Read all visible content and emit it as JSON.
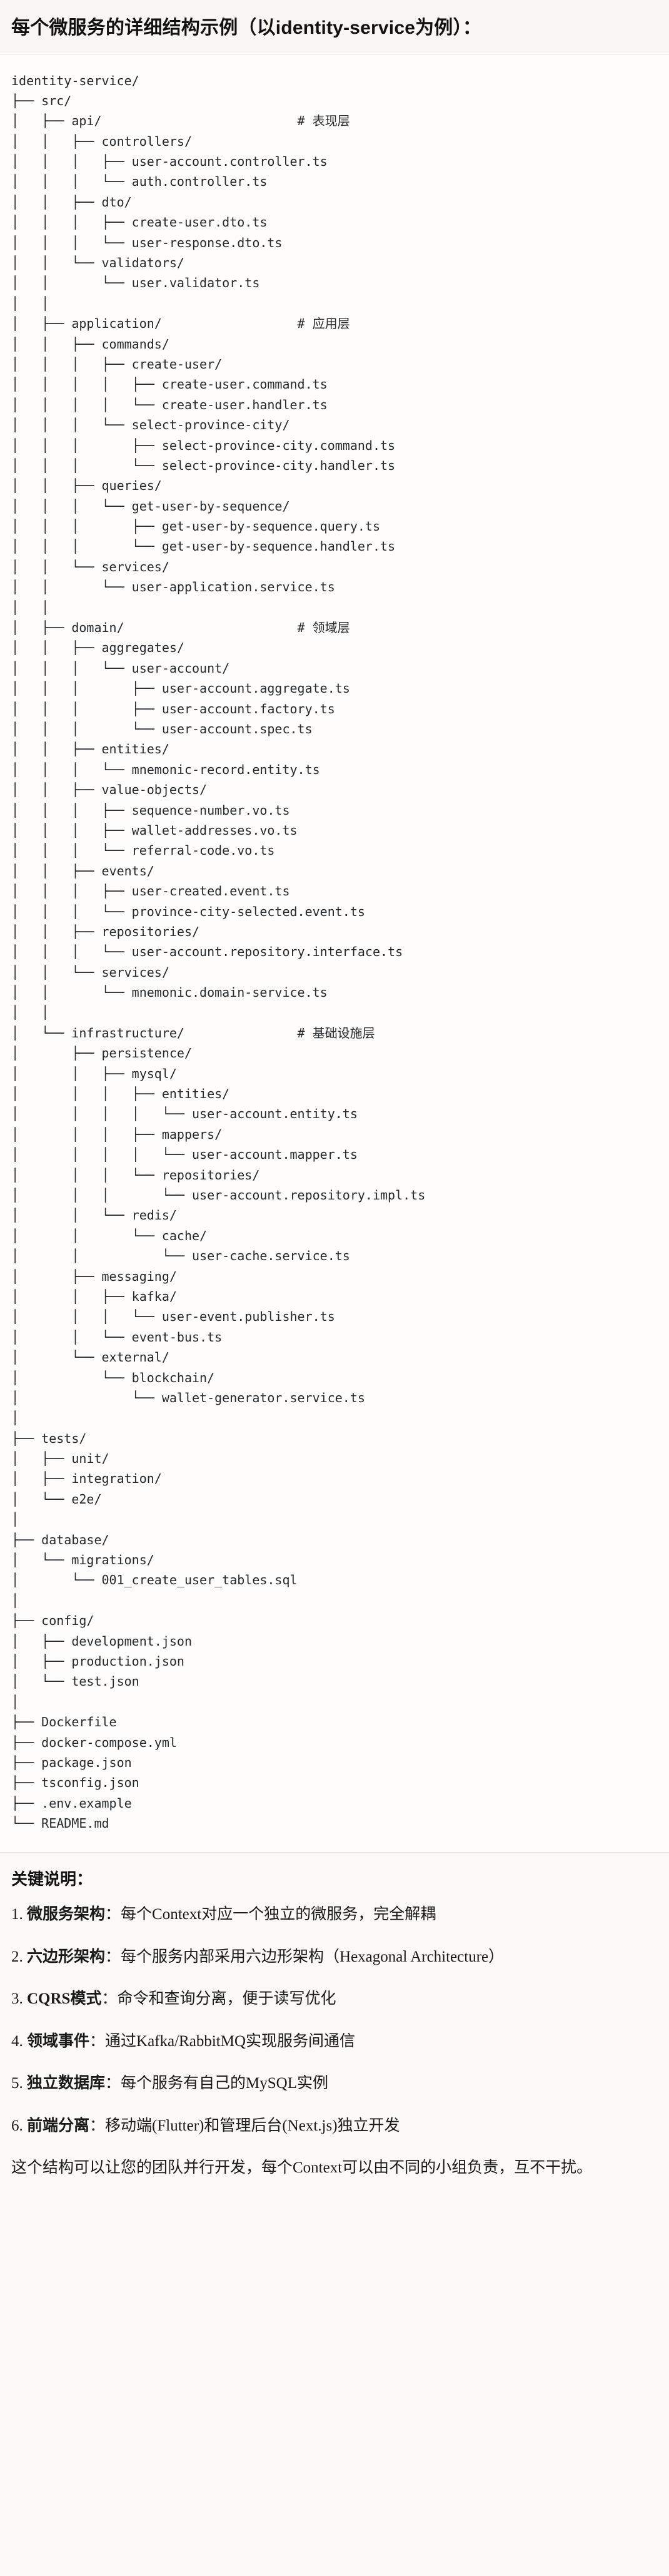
{
  "document": {
    "title": "每个微服务的详细结构示例（以identity-service为例）：",
    "tree_text": "identity-service/\n├── src/\n│   ├── api/                          # 表现层\n│   │   ├── controllers/\n│   │   │   ├── user-account.controller.ts\n│   │   │   └── auth.controller.ts\n│   │   ├── dto/\n│   │   │   ├── create-user.dto.ts\n│   │   │   └── user-response.dto.ts\n│   │   └── validators/\n│   │       └── user.validator.ts\n│   │\n│   ├── application/                  # 应用层\n│   │   ├── commands/\n│   │   │   ├── create-user/\n│   │   │   │   ├── create-user.command.ts\n│   │   │   │   └── create-user.handler.ts\n│   │   │   └── select-province-city/\n│   │   │       ├── select-province-city.command.ts\n│   │   │       └── select-province-city.handler.ts\n│   │   ├── queries/\n│   │   │   └── get-user-by-sequence/\n│   │   │       ├── get-user-by-sequence.query.ts\n│   │   │       └── get-user-by-sequence.handler.ts\n│   │   └── services/\n│   │       └── user-application.service.ts\n│   │\n│   ├── domain/                       # 领域层\n│   │   ├── aggregates/\n│   │   │   └── user-account/\n│   │   │       ├── user-account.aggregate.ts\n│   │   │       ├── user-account.factory.ts\n│   │   │       └── user-account.spec.ts\n│   │   ├── entities/\n│   │   │   └── mnemonic-record.entity.ts\n│   │   ├── value-objects/\n│   │   │   ├── sequence-number.vo.ts\n│   │   │   ├── wallet-addresses.vo.ts\n│   │   │   └── referral-code.vo.ts\n│   │   ├── events/\n│   │   │   ├── user-created.event.ts\n│   │   │   └── province-city-selected.event.ts\n│   │   ├── repositories/\n│   │   │   └── user-account.repository.interface.ts\n│   │   └── services/\n│   │       └── mnemonic.domain-service.ts\n│   │\n│   └── infrastructure/               # 基础设施层\n│       ├── persistence/\n│       │   ├── mysql/\n│       │   │   ├── entities/\n│       │   │   │   └── user-account.entity.ts\n│       │   │   ├── mappers/\n│       │   │   │   └── user-account.mapper.ts\n│       │   │   └── repositories/\n│       │   │       └── user-account.repository.impl.ts\n│       │   └── redis/\n│       │       └── cache/\n│       │           └── user-cache.service.ts\n│       ├── messaging/\n│       │   ├── kafka/\n│       │   │   └── user-event.publisher.ts\n│       │   └── event-bus.ts\n│       └── external/\n│           └── blockchain/\n│               └── wallet-generator.service.ts\n│\n├── tests/\n│   ├── unit/\n│   ├── integration/\n│   └── e2e/\n│\n├── database/\n│   └── migrations/\n│       └── 001_create_user_tables.sql\n│\n├── config/\n│   ├── development.json\n│   ├── production.json\n│   └── test.json\n│\n├── Dockerfile\n├── docker-compose.yml\n├── package.json\n├── tsconfig.json\n├── .env.example\n└── README.md",
    "tree_root": "identity-service/",
    "layer_comments": [
      "# 表现层",
      "# 应用层",
      "# 领域层",
      "# 基础设施层"
    ]
  },
  "notes": {
    "heading": "关键说明：",
    "items": [
      {
        "term": "微服务架构",
        "separator": "：",
        "desc": "每个Context对应一个独立的微服务，完全解耦"
      },
      {
        "term": "六边形架构",
        "separator": "：",
        "desc": "每个服务内部采用六边形架构（Hexagonal Architecture）"
      },
      {
        "term": "CQRS模式",
        "separator": "：",
        "desc": "命令和查询分离，便于读写优化"
      },
      {
        "term": "领域事件",
        "separator": "：",
        "desc": "通过Kafka/RabbitMQ实现服务间通信"
      },
      {
        "term": "独立数据库",
        "separator": "：",
        "desc": "每个服务有自己的MySQL实例"
      },
      {
        "term": "前端分离",
        "separator": "：",
        "desc": "移动端(Flutter)和管理后台(Next.js)独立开发"
      }
    ],
    "closing": "这个结构可以让您的团队并行开发，每个Context可以由不同的小组负责，互不干扰。"
  },
  "colors": {
    "page_background": "#faf9f7",
    "code_background": "#fdfcfa",
    "title_background": "#f7f6f3",
    "text": "#1a1a1a",
    "code_text": "#24292e",
    "divider": "#e6e3dd"
  }
}
